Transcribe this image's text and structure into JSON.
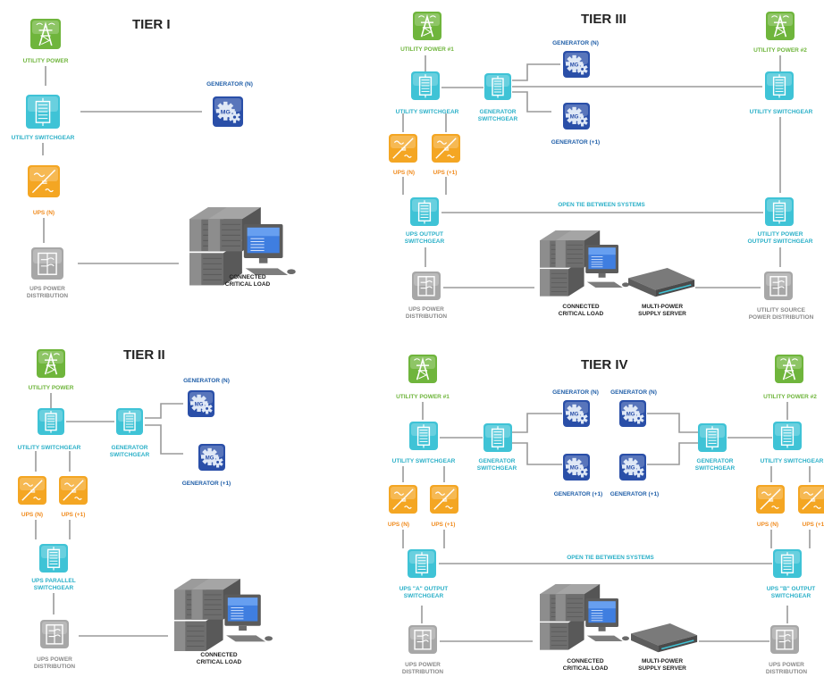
{
  "colors": {
    "utility": "#6fb53c",
    "utility_label": "#6fb53c",
    "switchgear": "#3fc3d6",
    "switchgear_label": "#2bb0c8",
    "ups": "#f4a623",
    "ups_label": "#f08a1c",
    "generator": "#2a4fa8",
    "generator_label": "#1f5ea8",
    "distribution": "#a7a7a7",
    "distribution_label": "#8a8a8a",
    "line": "#9a9a9a",
    "title": "#222222"
  },
  "tier1": {
    "title": "TIER I",
    "utility_power": "UTILITY POWER",
    "utility_switchgear": "UTILITY SWITCHGEAR",
    "ups": "UPS (N)",
    "generator": "GENERATOR (N)",
    "generator_badge": "MG",
    "ups_power_distribution": [
      "UPS POWER",
      "DISTRIBUTION"
    ],
    "critical_load": [
      "CONNECTED",
      "CRITICAL LOAD"
    ]
  },
  "tier2": {
    "title": "TIER II",
    "utility_power": "UTILITY POWER",
    "utility_switchgear": "UTILITY SWITCHGEAR",
    "generator_switchgear": [
      "GENERATOR",
      "SWITCHGEAR"
    ],
    "generator_n": "GENERATOR (N)",
    "generator_plus": "GENERATOR (+1)",
    "generator_badge": "MG",
    "ups_n": "UPS (N)",
    "ups_plus": "UPS (+1)",
    "ups_parallel": [
      "UPS PARALLEL",
      "SWITCHGEAR"
    ],
    "ups_power_distribution": [
      "UPS POWER",
      "DISTRIBUTION"
    ],
    "critical_load": [
      "CONNECTED",
      "CRITICAL LOAD"
    ]
  },
  "tier3": {
    "title": "TIER III",
    "utility_power_1": "UTILITY POWER #1",
    "utility_power_2": "UTILITY POWER #2",
    "utility_switchgear_left": "UTILITY SWITCHGEAR",
    "utility_switchgear_right": "UTILITY SWITCHGEAR",
    "generator_switchgear": [
      "GENERATOR",
      "SWITCHGEAR"
    ],
    "generator_n": "GENERATOR (N)",
    "generator_plus": "GENERATOR (+1)",
    "generator_badge": "MG",
    "ups_n": "UPS (N)",
    "ups_plus": "UPS (+1)",
    "open_tie": "OPEN TIE BETWEEN SYSTEMS",
    "ups_output": [
      "UPS OUTPUT",
      "SWITCHGEAR"
    ],
    "utility_power_output": [
      "UTILITY POWER",
      "OUTPUT SWITCHGEAR"
    ],
    "ups_power_distribution": [
      "UPS POWER",
      "DISTRIBUTION"
    ],
    "critical_load": [
      "CONNECTED",
      "CRITICAL LOAD"
    ],
    "multi_power": [
      "MULTI-POWER",
      "SUPPLY SERVER"
    ],
    "utility_source": [
      "UTILITY SOURCE",
      "POWER DISTRIBUTION"
    ]
  },
  "tier4": {
    "title": "TIER IV",
    "utility_power_1": "UTILITY POWER #1",
    "utility_power_2": "UTILITY POWER #2",
    "utility_switchgear_left": "UTILITY SWITCHGEAR",
    "utility_switchgear_right": "UTILITY SWITCHGEAR",
    "generator_switchgear_left": [
      "GENERATOR",
      "SWITCHGEAR"
    ],
    "generator_switchgear_right": [
      "GENERATOR",
      "SWITCHGEAR"
    ],
    "generator_n": "GENERATOR (N)",
    "generator_plus": "GENERATOR (+1)",
    "generator_badge": "MG",
    "ups_n": "UPS (N)",
    "ups_plus": "UPS (+1)",
    "open_tie": "OPEN TIE BETWEEN SYSTEMS",
    "ups_a_output": [
      "UPS \"A\" OUTPUT",
      "SWITCHGEAR"
    ],
    "ups_b_output": [
      "UPS \"B\" OUTPUT",
      "SWITCHGEAR"
    ],
    "ups_power_distribution": [
      "UPS POWER",
      "DISTRIBUTION"
    ],
    "critical_load": [
      "CONNECTED",
      "CRITICAL LOAD"
    ],
    "multi_power": [
      "MULTI-POWER",
      "SUPPLY SERVER"
    ]
  }
}
